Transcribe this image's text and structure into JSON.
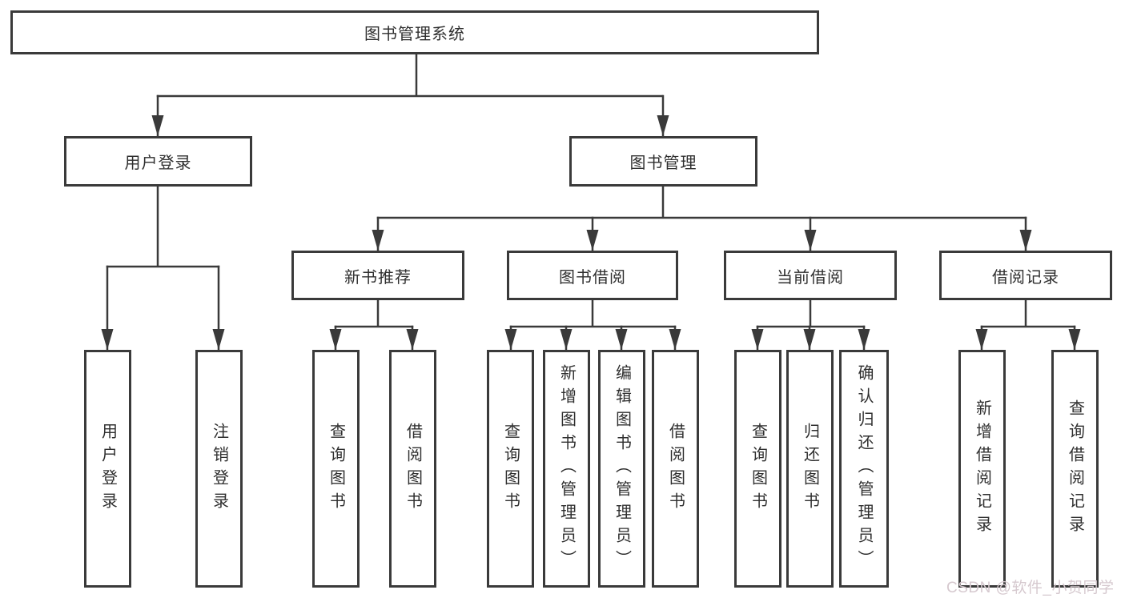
{
  "tree": {
    "label": "图书管理系统",
    "children": [
      {
        "label": "用户登录",
        "children": [
          {
            "label": "用户登录"
          },
          {
            "label": "注销登录"
          }
        ]
      },
      {
        "label": "图书管理",
        "children": [
          {
            "label": "新书推荐",
            "children": [
              {
                "label": "查询图书"
              },
              {
                "label": "借阅图书"
              }
            ]
          },
          {
            "label": "图书借阅",
            "children": [
              {
                "label": "查询图书"
              },
              {
                "label": "新增图书（管理员）"
              },
              {
                "label": "编辑图书（管理员）"
              },
              {
                "label": "借阅图书"
              }
            ]
          },
          {
            "label": "当前借阅",
            "children": [
              {
                "label": "查询图书"
              },
              {
                "label": "归还图书"
              },
              {
                "label": "确认归还（管理员）"
              }
            ]
          },
          {
            "label": "借阅记录",
            "children": [
              {
                "label": "新增借阅记录"
              },
              {
                "label": "查询借阅记录"
              }
            ]
          }
        ]
      }
    ]
  },
  "watermark": {
    "text": "CSDN @软件_小贺同学",
    "color": "#d6c9cf"
  },
  "colors": {
    "line": "#3a3a3a",
    "box_border": "#3a3a3a",
    "text": "#2f2f2f",
    "background": "#ffffff"
  }
}
